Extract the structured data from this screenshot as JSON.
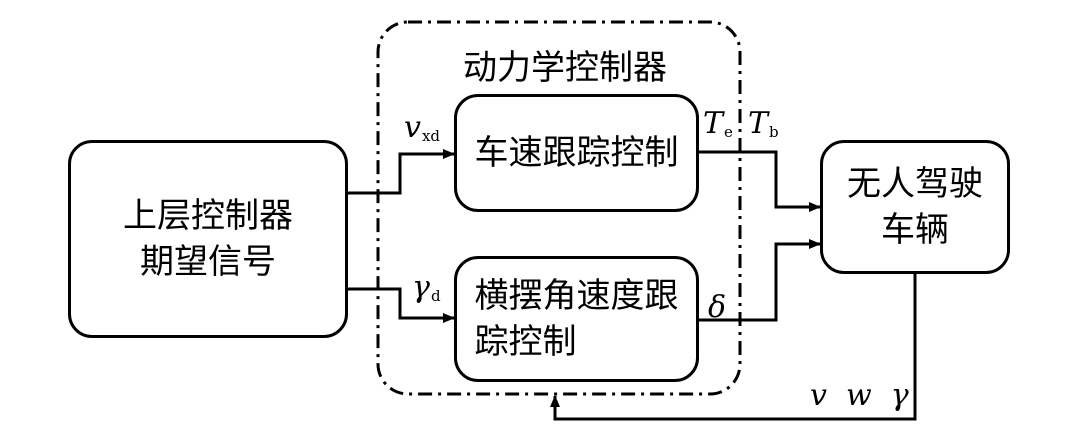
{
  "diagram": {
    "controller_group_title": "动力学控制器",
    "upper_controller": {
      "line1": "上层控制器",
      "line2": "期望信号"
    },
    "speed_tracking": {
      "line1": "车速跟踪控制"
    },
    "yaw_rate_tracking": {
      "line1": "横摆角速度跟",
      "line2": "踪控制"
    },
    "vehicle": {
      "line1": "无人驾驶",
      "line2": "车辆"
    },
    "signals": {
      "vxd": {
        "sym": "v",
        "sub": "xd"
      },
      "gamma_d": {
        "sym": "γ",
        "sub": "d"
      },
      "Te": {
        "sym": "T",
        "sub": "e"
      },
      "Tb": {
        "sym": "T",
        "sub": "b"
      },
      "delta": {
        "sym": "δ"
      },
      "feedback": "v  w  γ"
    }
  }
}
